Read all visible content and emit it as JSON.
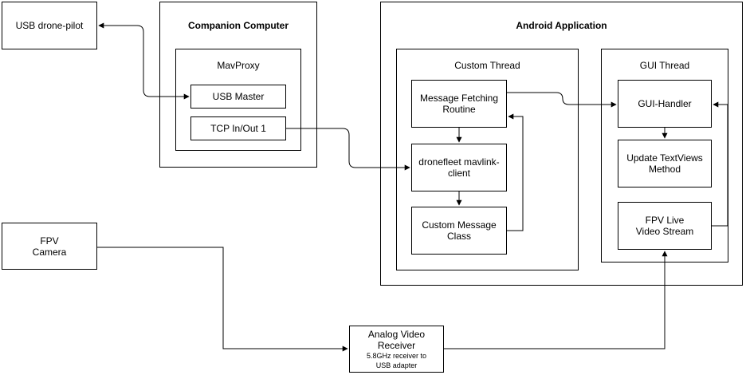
{
  "usb_drone_pilot": "USB drone-pilot",
  "companion": {
    "title": "Companion Computer",
    "mavproxy": {
      "title": "MavProxy",
      "usb_master": "USB Master",
      "tcp": "TCP In/Out 1"
    }
  },
  "android": {
    "title": "Android Application",
    "custom_thread": {
      "title": "Custom Thread",
      "message_fetching": "Message Fetching\nRoutine",
      "mavlink_client": "dronefleet mavlink-\nclient",
      "custom_message": "Custom Message\nClass"
    },
    "gui_thread": {
      "title": "GUI Thread",
      "gui_handler": "GUI-Handler",
      "update_textviews": "Update TextViews\nMethod",
      "fpv_stream": "FPV Live\nVideo Stream"
    }
  },
  "fpv_camera": "FPV\nCamera",
  "receiver": {
    "title": "Analog Video\nReceiver",
    "subtitle": "5.8GHz receiver to\nUSB adapter"
  },
  "colors": {
    "line": "#000000",
    "background": "#ffffff"
  }
}
